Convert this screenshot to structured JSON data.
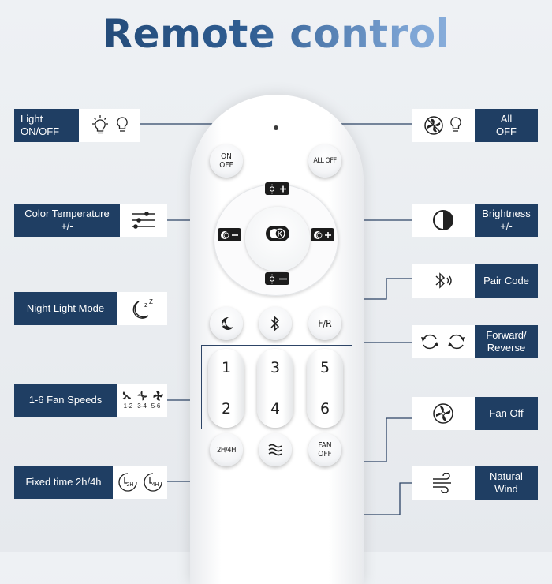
{
  "title": "Remote control",
  "labels": {
    "light_onoff": "Light\nON/OFF",
    "color_temp": "Color Temperature\n+/-",
    "night_light": "Night Light Mode",
    "fan_speeds": "1-6 Fan Speeds",
    "fixed_time": "Fixed time 2h/4h",
    "all_off": "All\nOFF",
    "brightness": "Brightness\n+/-",
    "pair_code": "Pair Code",
    "forward_reverse": "Forward/\nReverse",
    "fan_off": "Fan Off",
    "natural_wind": "Natural\nWind"
  },
  "buttons": {
    "on_off": "ON\nOFF",
    "all_off": "ALL OFF",
    "fr": "F/R",
    "timer": "2H/4H",
    "fan_off": "FAN\nOFF",
    "num1": "1",
    "num2": "2",
    "num3": "3",
    "num4": "4",
    "num5": "5",
    "num6": "6"
  },
  "fan_speed_ranges": [
    "1-2",
    "3-4",
    "5-6"
  ],
  "timer_options": [
    "2H",
    "4H"
  ],
  "colors": {
    "label_bg": "#1f3e63",
    "line": "#2d4466"
  }
}
